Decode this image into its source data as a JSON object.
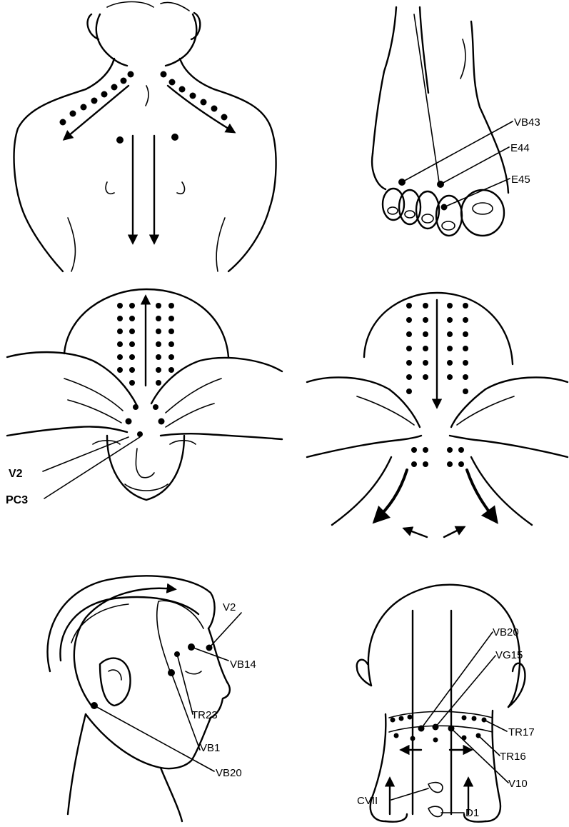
{
  "labels": {
    "foot": {
      "vb43": "VB43",
      "e44": "E44",
      "e45": "E45"
    },
    "forehead": {
      "v2": "V2",
      "pc3": "PC3"
    },
    "side_head": {
      "v2": "V2",
      "vb14": "VB14",
      "tr23": "TR23",
      "vb1": "VB1",
      "vb20": "VB20"
    },
    "back_head": {
      "vb20": "VB20",
      "vg15": "VG15",
      "tr17": "TR17",
      "tr16": "TR16",
      "v10": "V10",
      "cv11": "CVII",
      "d1": "D1"
    }
  },
  "colors": {
    "ink": "#000000",
    "paper": "#ffffff"
  }
}
